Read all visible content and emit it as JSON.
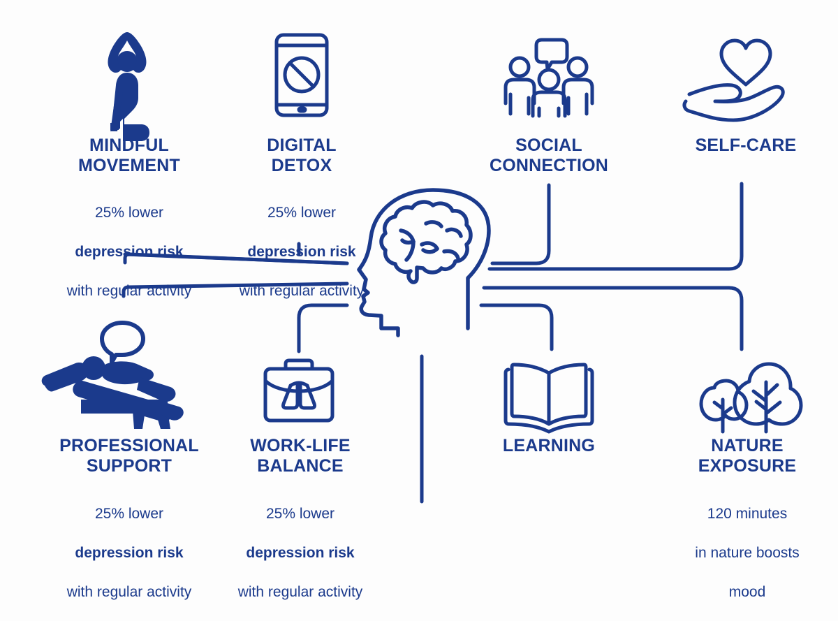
{
  "theme": {
    "background": "#fdfdfd",
    "ink": "#1B3A8C",
    "line": "#1B3A8C"
  },
  "center": {
    "icon": "head-brain-icon",
    "label": ""
  },
  "nodes": [
    {
      "id": "mindful-movement",
      "icon": "yoga-pose-icon",
      "label": "MINDFUL\nMOVEMENT",
      "desc_line1": "25% lower",
      "desc_line2": "depression risk",
      "desc_line3": "with regular activity"
    },
    {
      "id": "digital-detox",
      "icon": "phone-no-entry-icon",
      "label": "DIGITAL\nDETOX",
      "desc_line1": "25% lower",
      "desc_line2": "depression risk",
      "desc_line3": "with regular activity"
    },
    {
      "id": "social-connection",
      "icon": "people-speech-bubble-icon",
      "label": "SOCIAL\nCONNECTION",
      "desc_line1": "",
      "desc_line2": "",
      "desc_line3": ""
    },
    {
      "id": "self-care",
      "icon": "heart-in-hand-icon",
      "label": "SELF-CARE",
      "desc_line1": "",
      "desc_line2": "",
      "desc_line3": ""
    },
    {
      "id": "professional-support",
      "icon": "therapy-couch-icon",
      "label": "PROFESSIONAL\nSUPPORT",
      "desc_line1": "25% lower",
      "desc_line2": "depression risk",
      "desc_line3": "with regular activity"
    },
    {
      "id": "work-life-balance",
      "icon": "briefcase-icon",
      "label": "WORK-LIFE\nBALANCE",
      "desc_line1": "25% lower",
      "desc_line2": "depression risk",
      "desc_line3": "with regular activity"
    },
    {
      "id": "learning",
      "icon": "open-book-icon",
      "label": "LEARNING",
      "desc_line1": "",
      "desc_line2": "",
      "desc_line3": ""
    },
    {
      "id": "nature-exposure",
      "icon": "trees-icon",
      "label": "NATURE\nEXPOSURE",
      "desc_line1": "120 minutes",
      "desc_line2": "in nature boosts",
      "desc_line3": "mood"
    }
  ]
}
